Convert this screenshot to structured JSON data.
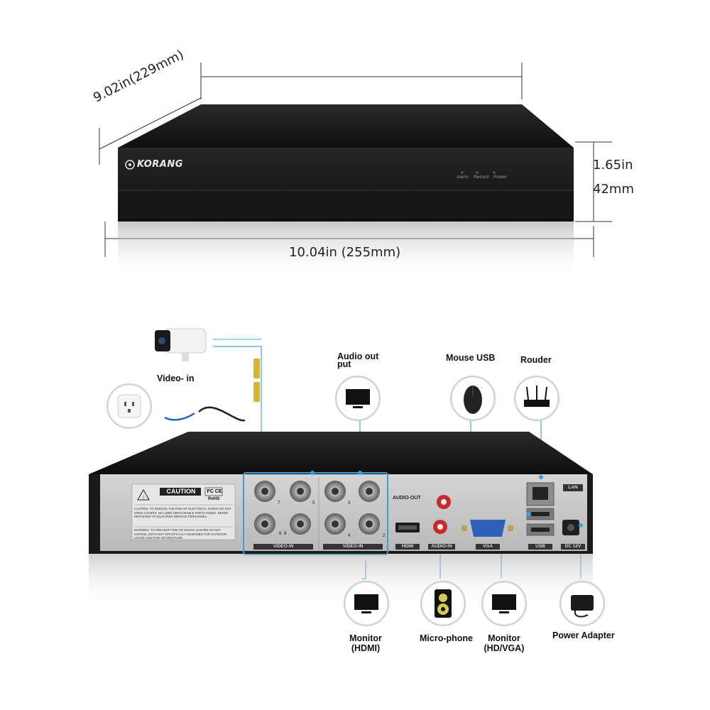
{
  "dimensions": {
    "depth": "9.02in(229mm)",
    "height_in": "1.65in",
    "height_mm": "42mm",
    "width": "10.04in (255mm)"
  },
  "front_panel": {
    "brand": "KORANG",
    "indicators": [
      "Alarm",
      "Record",
      "Power"
    ]
  },
  "rear_panel": {
    "caution_title": "CAUTION",
    "caution_marks": "FC CE",
    "rohs": "RoHS",
    "warning_text_1": "CAUTION: TO REDUCE THE RISK OF ELECTRICAL SHOCK DO NOT OPEN COVERS. NO USER SERVICEABLE PARTS INSIDE. REFER SERVICING TO QUALIFIED SERVICE PERSONNEL.",
    "warning_text_2": "WARNING: TO PREVENT FIRE OR SHOCK HAZARD DO NOT EXPOSE UNITS NOT SPECIFICALLY DESIGNED FOR OUTDOOR USAGE AND RAIN OR MOISTURE.",
    "channels_a": [
      "7",
      "5",
      "8",
      "6"
    ],
    "channels_b": [
      "3",
      "4",
      "2"
    ],
    "ports": {
      "video_in_a": "VIDEO-IN",
      "video_in_b": "VIDEO-IN",
      "audio_out": "AUDIO-OUT",
      "hdmi": "HDMI",
      "audio_in": "AUDIO-IN",
      "vga": "VGA",
      "usb": "USB",
      "dc": "DC 12V",
      "lan": "LAN"
    }
  },
  "peripherals": {
    "video_in": "Video- in",
    "audio_out": "Audio out\nput",
    "mouse": "Mouse USB",
    "router": "Rouder",
    "monitor_hdmi": "Monitor\n(HDMI)",
    "microphone": "Micro-phone",
    "monitor_vga": "Monitor\n(HD/VGA)",
    "power_adapter": "Power Adapter"
  },
  "colors": {
    "device_body": "#1a1a1a",
    "rear_plate": "#c9c9c9",
    "connector_line": "#4aa6d6",
    "highlight_box": "#3d9fd6"
  }
}
